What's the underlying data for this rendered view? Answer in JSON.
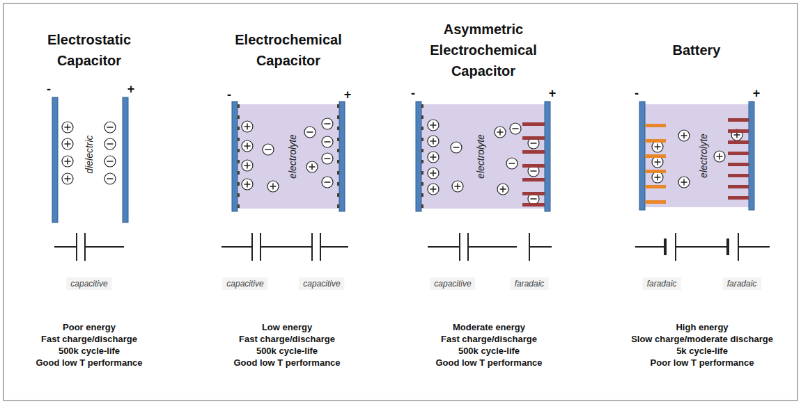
{
  "diagram": {
    "nodes": [
      {
        "text": [
          "electrolyte"
        ]
      },
      {
        "text": [
          "electrolyte"
        ]
      },
      {
        "text": [
          "electrolyte"
        ]
      }
    ],
    "labels": [
      "Electrostatic Capacitor",
      "Electrochemical Capacitor",
      "Asymmetric Electrochemical Capacitor",
      "Battery",
      "-",
      "+",
      "-",
      "+",
      "-",
      "+",
      "-",
      "+",
      "dielectric",
      "capacitive",
      "capacitive",
      "capacitive",
      "capacitive",
      "faradaic",
      "faradaic",
      "faradaic",
      "Poor energy",
      "Fast charge/discharge",
      "500k cycle-life",
      "Good low T performance",
      "Low energy",
      "Fast charge/discharge",
      "500k cycle-life",
      "Good low T performance",
      "Moderate energy",
      "Fast charge/discharge",
      "500k cycle-life",
      "Good low T performance",
      "High energy",
      "Slow charge/moderate discharge",
      "5k cycle-life",
      "Poor low T performance"
    ]
  }
}
